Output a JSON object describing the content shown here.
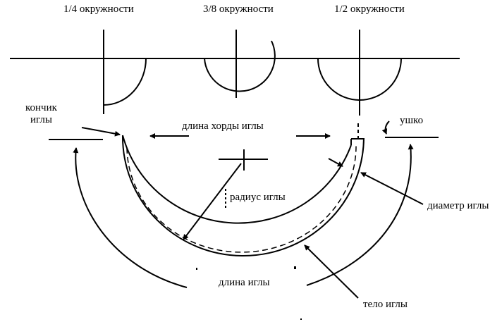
{
  "curvature_labels": {
    "quarter": "1/4 окружности",
    "three_eighths": "3/8 окружности",
    "half": "1/2 окружности"
  },
  "parts": {
    "tip_line1": "кончик",
    "tip_line2": "иглы",
    "chord_length": "длина хорды иглы",
    "eye": "ушко",
    "radius": "радиус иглы",
    "diameter": "диаметр иглы",
    "length": "длина иглы",
    "body": "тело иглы"
  }
}
